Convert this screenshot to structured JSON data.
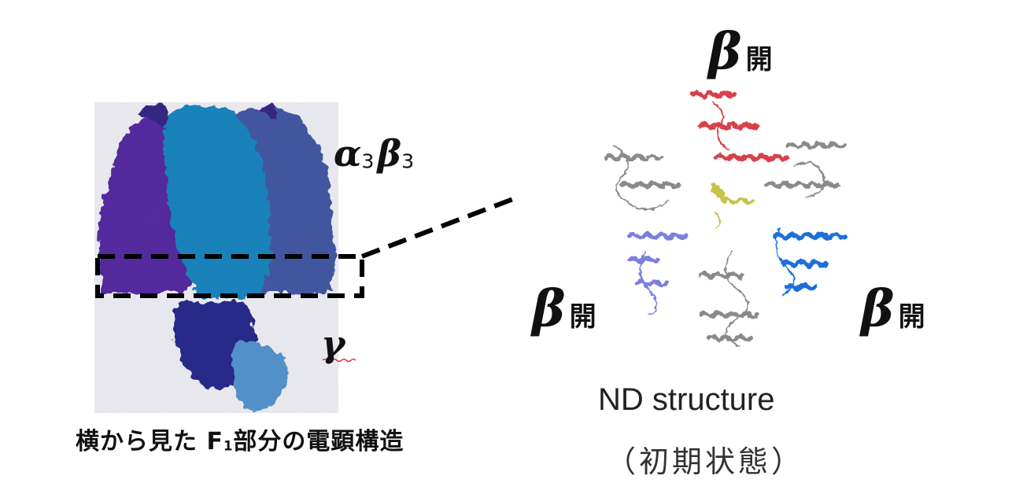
{
  "left_panel": {
    "alpha_beta_label": {
      "alpha": "α",
      "sub1": "3",
      "beta": "β",
      "sub2": "3"
    },
    "gamma_label": "γ",
    "caption": {
      "pre": "横から見た F",
      "sub": "1",
      "post": "部分の電顕構造"
    }
  },
  "right_panel": {
    "beta_top": {
      "greek": "β",
      "kanji": "開"
    },
    "beta_left": {
      "greek": "β",
      "kanji": "開"
    },
    "beta_right": {
      "greek": "β",
      "kanji": "開"
    },
    "title": "ND structure",
    "subtitle": "（初期状態）"
  },
  "colors": {
    "alpha_purple": "#5b2fa6",
    "beta_teal": "#1f8fc6",
    "slate_blue": "#4a5fa8",
    "gamma_navy": "#2a2f8f",
    "gamma_light": "#5b9fd6",
    "red_helix": "#d9404a",
    "gray_helix": "#8a8a8a",
    "yellow_helix": "#c9c24a",
    "lilac_helix": "#7a7fe0",
    "blue_helix": "#1f6fd6"
  }
}
